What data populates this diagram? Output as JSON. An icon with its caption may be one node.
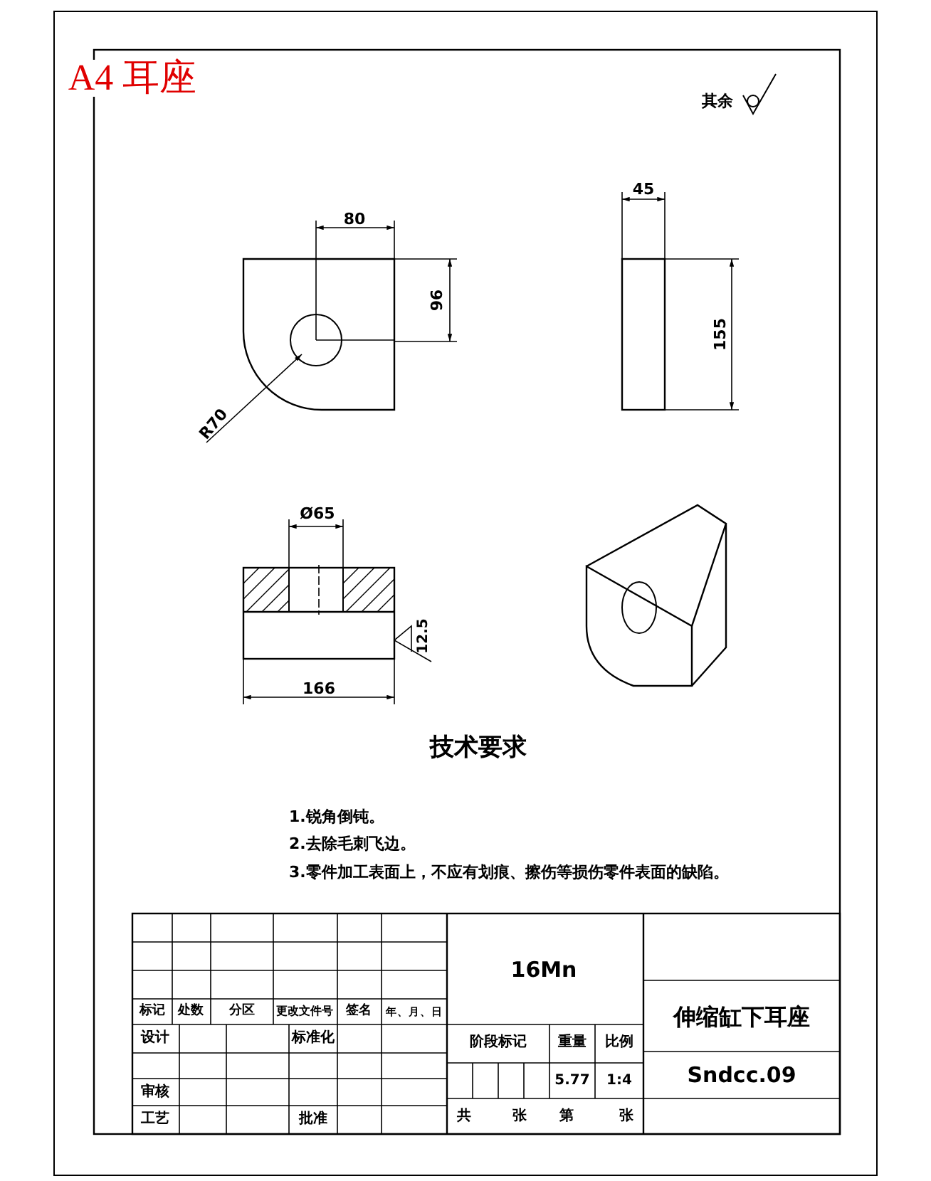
{
  "diagram": {
    "title": "A4 耳座",
    "labels": [
      "其余",
      "80",
      "96",
      "R70",
      "45",
      "155",
      "Ø65",
      "12.5",
      "166",
      "技术要求",
      "1.锐角倒钝。",
      "2.去除毛刺飞边。",
      "3.零件加工表面上，不应有划痕、擦伤等损伤零件表面的缺陷。",
      "16Mn",
      "标记",
      "处数",
      "分区",
      "更改文件号",
      "签名",
      "年、月、日",
      "伸缩缸下耳座",
      "设计",
      "标准化",
      "阶段标记",
      "重量",
      "比例",
      "5.77",
      "1:4",
      "审核",
      "Sndcc.09",
      "工艺",
      "批准",
      "共",
      "张",
      "第",
      "张"
    ]
  }
}
